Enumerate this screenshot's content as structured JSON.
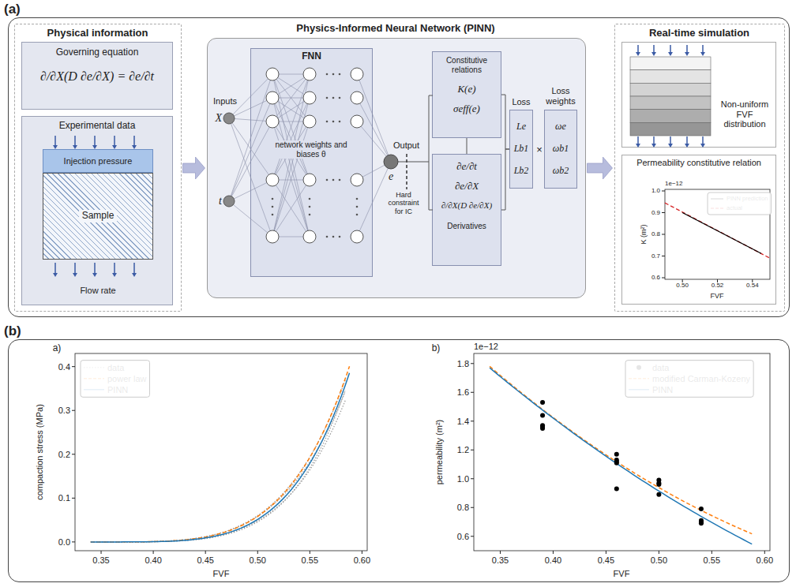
{
  "diagram": {
    "nodes": [
      {
        "text": [
          "(a)"
        ]
      },
      {
        "text": [
          "Physical information"
        ],
        "in": 0
      },
      {
        "text": [
          "Governing equation",
          "∂/∂X(D ∂e/∂X) = ∂e/∂t"
        ],
        "in": 1
      },
      {
        "text": [
          "Experimental data"
        ],
        "in": 1
      },
      {
        "text": [
          "Injection pressure"
        ],
        "in": 3
      },
      {
        "text": [
          "Sample"
        ],
        "in": 3
      },
      {
        "text": [
          "Physics-Informed Neural Network (PINN)"
        ],
        "in": 0
      },
      {
        "text": [
          "FNN",
          "network weights and biases θ"
        ],
        "in": 6
      },
      {
        "text": [
          "Constitutive relations",
          "K(e)",
          "σeff(e)"
        ],
        "in": 6
      },
      {
        "text": [
          "∂e/∂t",
          "∂e/∂X",
          "∂/∂X(D ∂e/∂X)",
          "Derivatives"
        ],
        "in": 6
      },
      {
        "text": [
          "Loss",
          "Le",
          "Lb1",
          "Lb2"
        ],
        "in": 6
      },
      {
        "text": [
          "Loss weights",
          "ωe",
          "ωb1",
          "ωb2"
        ],
        "in": 6
      },
      {
        "text": [
          "Real-time simulation"
        ],
        "in": 0
      },
      {
        "text": [
          "Non-uniform FVF distribution"
        ],
        "in": 12
      },
      {
        "text": [
          "Permeability constitutive relation"
        ],
        "in": 12
      },
      {
        "text": [
          "(b)"
        ]
      }
    ],
    "edges": [
      {
        "from": 1,
        "to": 6,
        "arrow": "to"
      },
      {
        "from": 6,
        "to": 12,
        "arrow": "to"
      },
      {
        "from": 8,
        "to": 9,
        "arrow": "none"
      },
      {
        "from": 8,
        "to": 10,
        "arrow": "none"
      },
      {
        "from": 9,
        "to": 10,
        "arrow": "none"
      }
    ],
    "labels": [
      "Inputs",
      "X",
      "t",
      "Output",
      "e",
      "Hard constraint for IC",
      "×",
      "Flow rate",
      "1e−12",
      "1.0",
      "0.9",
      "0.8",
      "0.7",
      "0.6",
      "0.50",
      "0.52",
      "0.54",
      "K (m²)",
      "FVF",
      "a)",
      "0.0",
      "0.1",
      "0.2",
      "0.3",
      "0.4",
      "0.35",
      "0.40",
      "0.45",
      "0.50",
      "0.55",
      "0.60",
      "compaction stress (MPa)",
      "FVF",
      "b)",
      "1e−12",
      "0.6",
      "0.8",
      "1.0",
      "1.2",
      "1.4",
      "1.6",
      "1.8",
      "0.35",
      "0.40",
      "0.45",
      "0.50",
      "0.55",
      "0.60",
      "permeability (m²)",
      "FVF"
    ],
    "legend": [
      {
        "text": "PINN prediction"
      },
      {
        "text": "actual"
      },
      {
        "text": "data"
      },
      {
        "text": "power law"
      },
      {
        "text": "PINN"
      },
      {
        "text": "data"
      },
      {
        "text": "modified Carman-Kozeny"
      },
      {
        "text": "PINN"
      }
    ]
  }
}
